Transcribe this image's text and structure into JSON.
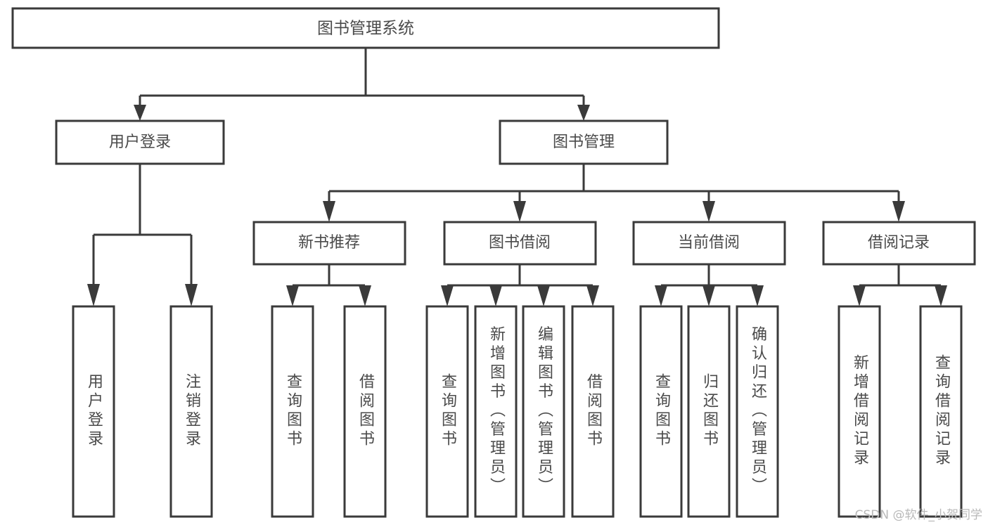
{
  "diagram": {
    "title": "图书管理系统",
    "type": "tree-hierarchy",
    "orientation": "top-down",
    "style": {
      "box_fill": "#ffffff",
      "box_stroke": "#3a3a3a",
      "text_color": "#4a4a4a",
      "connector_color": "#3a3a3a",
      "background": "#ffffff"
    },
    "root": {
      "id": "root",
      "label": "图书管理系统",
      "text_orientation": "horizontal"
    },
    "level1": [
      {
        "id": "user-login",
        "label": "用户登录",
        "text_orientation": "horizontal"
      },
      {
        "id": "book-manage",
        "label": "图书管理",
        "text_orientation": "horizontal"
      }
    ],
    "level2": [
      {
        "id": "new-book-rec",
        "label": "新书推荐",
        "parent": "book-manage",
        "text_orientation": "horizontal"
      },
      {
        "id": "book-borrow",
        "label": "图书借阅",
        "parent": "book-manage",
        "text_orientation": "horizontal"
      },
      {
        "id": "current-borrow",
        "label": "当前借阅",
        "parent": "book-manage",
        "text_orientation": "horizontal"
      },
      {
        "id": "borrow-record",
        "label": "借阅记录",
        "parent": "book-manage",
        "text_orientation": "horizontal"
      }
    ],
    "leaves": [
      {
        "id": "leaf-user-login",
        "label": "用户登录",
        "parent": "user-login",
        "text_orientation": "vertical"
      },
      {
        "id": "leaf-logout",
        "label": "注销登录",
        "parent": "user-login",
        "text_orientation": "vertical"
      },
      {
        "id": "leaf-query-book-1",
        "label": "查询图书",
        "parent": "new-book-rec",
        "text_orientation": "vertical"
      },
      {
        "id": "leaf-borrow-book-1",
        "label": "借阅图书",
        "parent": "new-book-rec",
        "text_orientation": "vertical"
      },
      {
        "id": "leaf-query-book-2",
        "label": "查询图书",
        "parent": "book-borrow",
        "text_orientation": "vertical"
      },
      {
        "id": "leaf-add-book",
        "label": "新增图书（管理员）",
        "parent": "book-borrow",
        "text_orientation": "vertical"
      },
      {
        "id": "leaf-edit-book",
        "label": "编辑图书（管理员）",
        "parent": "book-borrow",
        "text_orientation": "vertical"
      },
      {
        "id": "leaf-borrow-book-2",
        "label": "借阅图书",
        "parent": "book-borrow",
        "text_orientation": "vertical"
      },
      {
        "id": "leaf-query-book-3",
        "label": "查询图书",
        "parent": "current-borrow",
        "text_orientation": "vertical"
      },
      {
        "id": "leaf-return-book",
        "label": "归还图书",
        "parent": "current-borrow",
        "text_orientation": "vertical"
      },
      {
        "id": "leaf-confirm-return",
        "label": "确认归还（管理员）",
        "parent": "current-borrow",
        "text_orientation": "vertical"
      },
      {
        "id": "leaf-add-record",
        "label": "新增借阅记录",
        "parent": "borrow-record",
        "text_orientation": "vertical"
      },
      {
        "id": "leaf-query-record",
        "label": "查询借阅记录",
        "parent": "borrow-record",
        "text_orientation": "vertical"
      }
    ]
  },
  "watermark": {
    "text": "CSDN @软件_小贺同学"
  }
}
